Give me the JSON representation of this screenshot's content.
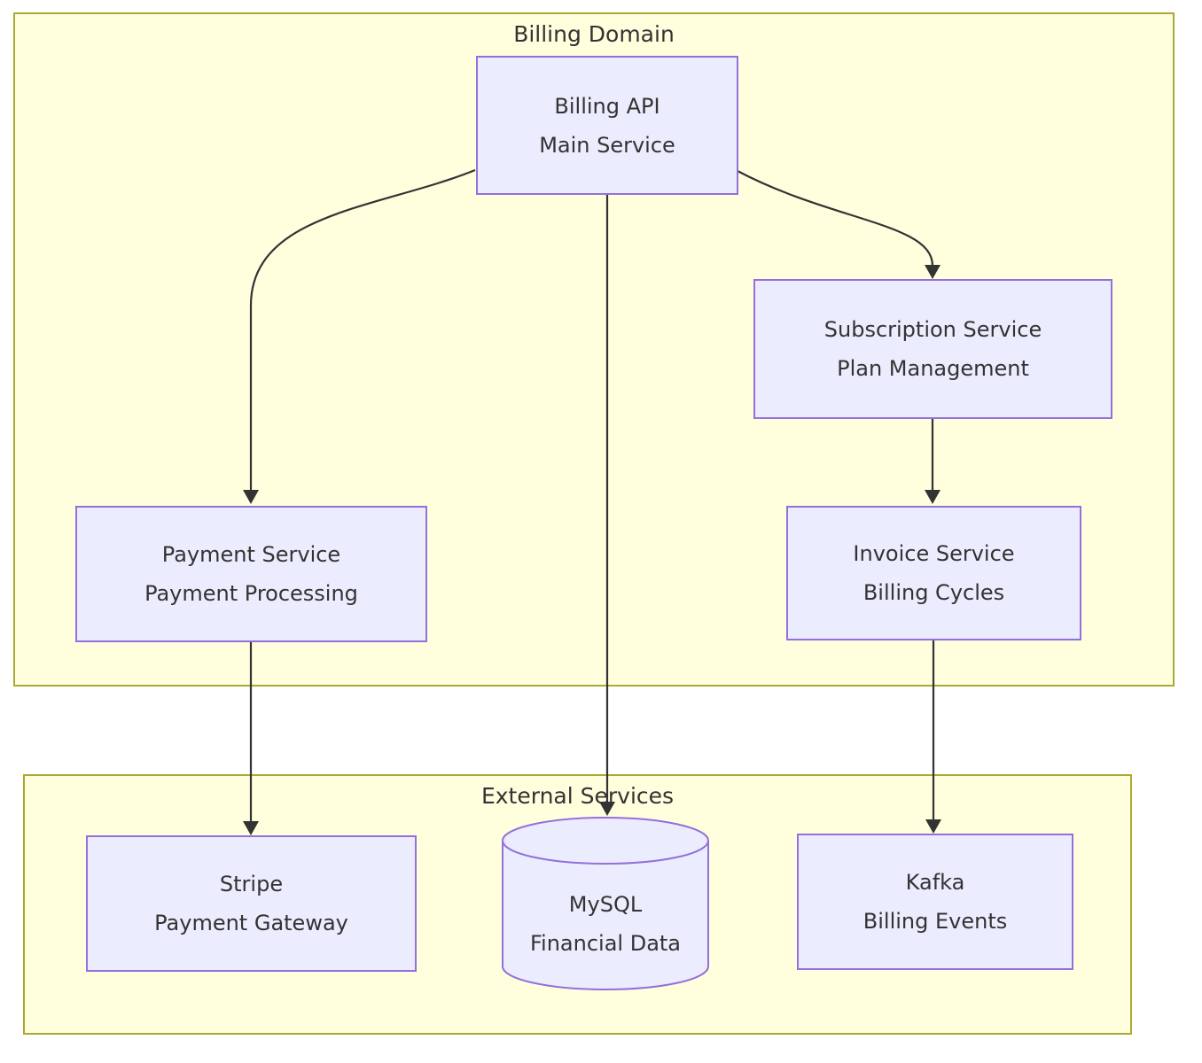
{
  "diagram": {
    "clusters": [
      {
        "id": "billing-domain",
        "label": "Billing Domain"
      },
      {
        "id": "external-services",
        "label": "External Services"
      }
    ],
    "nodes": [
      {
        "id": "billing-api",
        "line1": "Billing API",
        "line2": "Main Service",
        "shape": "rect",
        "cluster": "billing-domain"
      },
      {
        "id": "subscription-service",
        "line1": "Subscription Service",
        "line2": "Plan Management",
        "shape": "rect",
        "cluster": "billing-domain"
      },
      {
        "id": "payment-service",
        "line1": "Payment Service",
        "line2": "Payment Processing",
        "shape": "rect",
        "cluster": "billing-domain"
      },
      {
        "id": "invoice-service",
        "line1": "Invoice Service",
        "line2": "Billing Cycles",
        "shape": "rect",
        "cluster": "billing-domain"
      },
      {
        "id": "stripe",
        "line1": "Stripe",
        "line2": "Payment Gateway",
        "shape": "rect",
        "cluster": "external-services"
      },
      {
        "id": "mysql",
        "line1": "MySQL",
        "line2": "Financial Data",
        "shape": "cylinder",
        "cluster": "external-services"
      },
      {
        "id": "kafka",
        "line1": "Kafka",
        "line2": "Billing Events",
        "shape": "rect",
        "cluster": "external-services"
      }
    ],
    "edges": [
      {
        "from": "billing-api",
        "to": "payment-service"
      },
      {
        "from": "billing-api",
        "to": "mysql"
      },
      {
        "from": "billing-api",
        "to": "subscription-service"
      },
      {
        "from": "subscription-service",
        "to": "invoice-service"
      },
      {
        "from": "payment-service",
        "to": "stripe"
      },
      {
        "from": "invoice-service",
        "to": "kafka"
      }
    ],
    "colors": {
      "node_fill": "#ECECFF",
      "node_border": "#9370DB",
      "cluster_fill": "#FFFFDE",
      "cluster_border": "#AAAA33",
      "text": "#333333",
      "edge": "#333333",
      "background": "#FFFFFF"
    }
  }
}
